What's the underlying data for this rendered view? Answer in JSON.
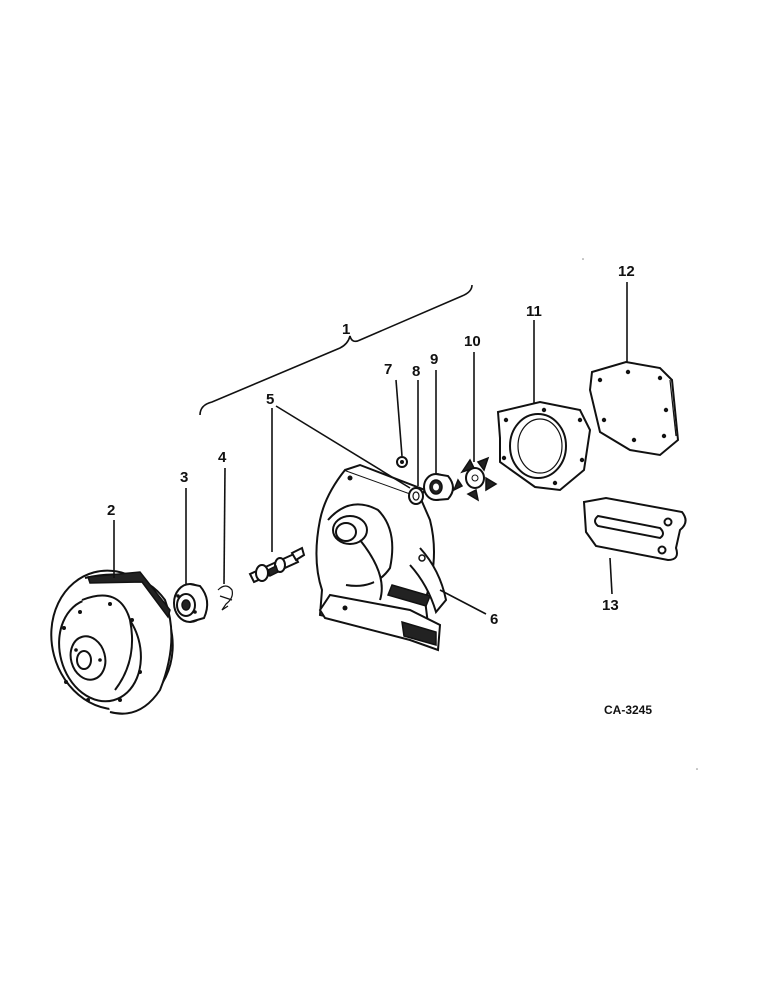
{
  "diagram": {
    "code": "CA-3245",
    "callouts": [
      "1",
      "2",
      "3",
      "4",
      "5",
      "6",
      "7",
      "8",
      "9",
      "10",
      "11",
      "12",
      "13"
    ]
  }
}
